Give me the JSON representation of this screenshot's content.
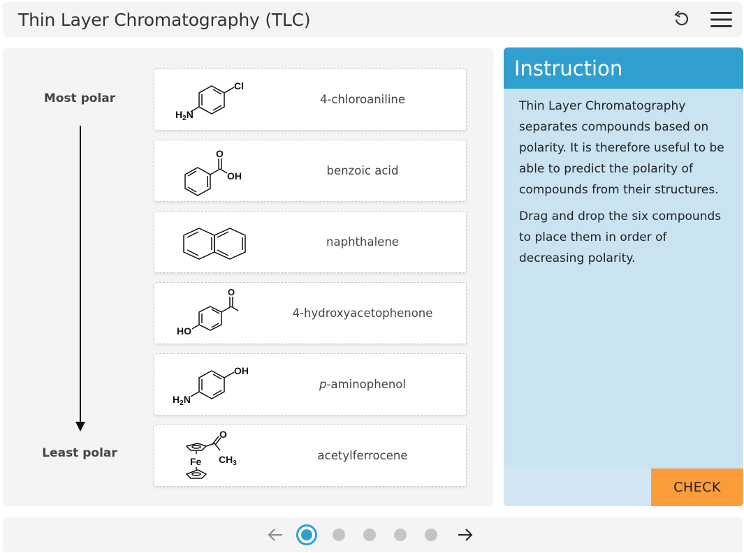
{
  "header": {
    "title": "Thin Layer Chromatography (TLC)",
    "reset_icon": "reset-icon",
    "menu_icon": "hamburger-menu-icon"
  },
  "axis": {
    "top_label": "Most polar",
    "bottom_label": "Least polar",
    "arrow_icon": "down-arrow"
  },
  "compounds": [
    {
      "name": "4-chloroaniline",
      "structure": "4-chloroaniline-structure",
      "labels": [
        "Cl",
        "H2N"
      ]
    },
    {
      "name": "benzoic acid",
      "structure": "benzoic-acid-structure",
      "labels": [
        "O",
        "OH"
      ]
    },
    {
      "name": "naphthalene",
      "structure": "naphthalene-structure",
      "labels": []
    },
    {
      "name": "4-hydroxyacetophenone",
      "structure": "4-hydroxyacetophenone-structure",
      "labels": [
        "O",
        "HO"
      ]
    },
    {
      "name_prefix": "p",
      "name_suffix": "-aminophenol",
      "structure": "p-aminophenol-structure",
      "labels": [
        "OH",
        "H2N"
      ]
    },
    {
      "name": "acetylferrocene",
      "structure": "acetylferrocene-structure",
      "labels": [
        "O",
        "Fe",
        "CH3"
      ]
    }
  ],
  "instruction": {
    "heading": "Instruction",
    "paragraphs": [
      "Thin Layer Chromatography separates compounds based on polarity. It is therefore useful to be able to predict the polarity of compounds from their structures.",
      "Drag and drop the six compounds to place them in order of decreasing polarity."
    ],
    "check_label": "CHECK"
  },
  "pagination": {
    "total_pages": 5,
    "current_page": 1,
    "prev_icon": "arrow-left-icon",
    "next_icon": "arrow-right-icon"
  },
  "colors": {
    "accent_blue": "#2f9fd0",
    "panel_blue": "#c9e3f1",
    "check_orange": "#fb9b3a",
    "inactive_dot": "#c4c4c4"
  }
}
